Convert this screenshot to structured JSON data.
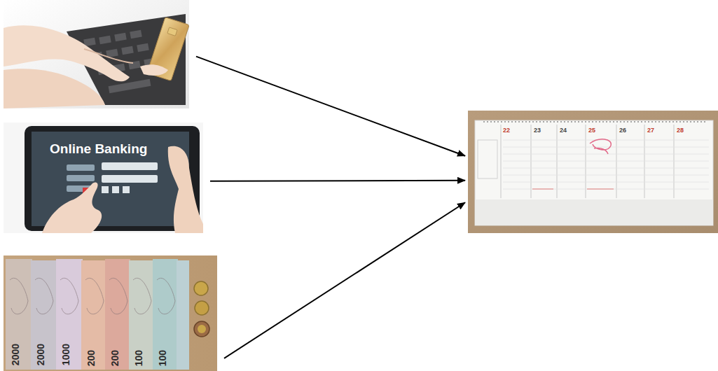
{
  "diagram": {
    "nodes": [
      {
        "text": []
      },
      {
        "text": [
          "Online Banking"
        ]
      },
      {
        "text": [
          "2000",
          "2000",
          "1000",
          "200",
          "200",
          "100",
          "100"
        ]
      },
      {
        "text": [
          "22",
          "23",
          "24",
          "25",
          "26",
          "27",
          "28"
        ]
      }
    ],
    "edges": [
      {
        "from": 0,
        "to": 3,
        "arrow": "to"
      },
      {
        "from": 1,
        "to": 3,
        "arrow": "to"
      },
      {
        "from": 2,
        "to": 3,
        "arrow": "to"
      }
    ]
  }
}
